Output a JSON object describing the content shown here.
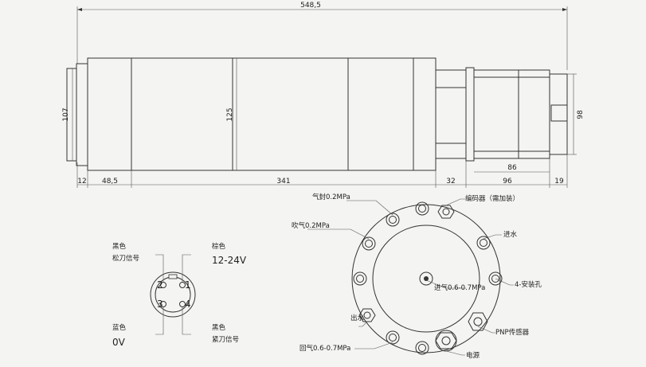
{
  "side_view": {
    "overall_length": "548,5",
    "height_left": "107",
    "height_body": "125",
    "height_right": "98",
    "seg_12": "12",
    "seg_48_5": "48,5",
    "seg_341": "341",
    "seg_32": "32",
    "seg_96": "96",
    "seg_19": "19",
    "seg_86": "86"
  },
  "connector": {
    "tl_color": "黑色",
    "tl_signal": "松刀信号",
    "tr_color": "棕色",
    "tr_value": "12-24V",
    "bl_color": "蓝色",
    "bl_value": "0V",
    "br_color": "黑色",
    "br_signal": "紧刀信号",
    "pin1": "1",
    "pin2": "2",
    "pin3": "3",
    "pin4": "4"
  },
  "end_view": {
    "air_seal": "气封0.2MPa",
    "blow": "吹气0.2MPa",
    "encoder": "编码器（需加装）",
    "water_in": "进水",
    "mount_holes": "4-安装孔",
    "air_in": "进气0.6-0.7MPa",
    "water_out": "出水",
    "pnp": "PNP传感器",
    "air_return": "回气0.6-0.7MPa",
    "power": "电源"
  }
}
